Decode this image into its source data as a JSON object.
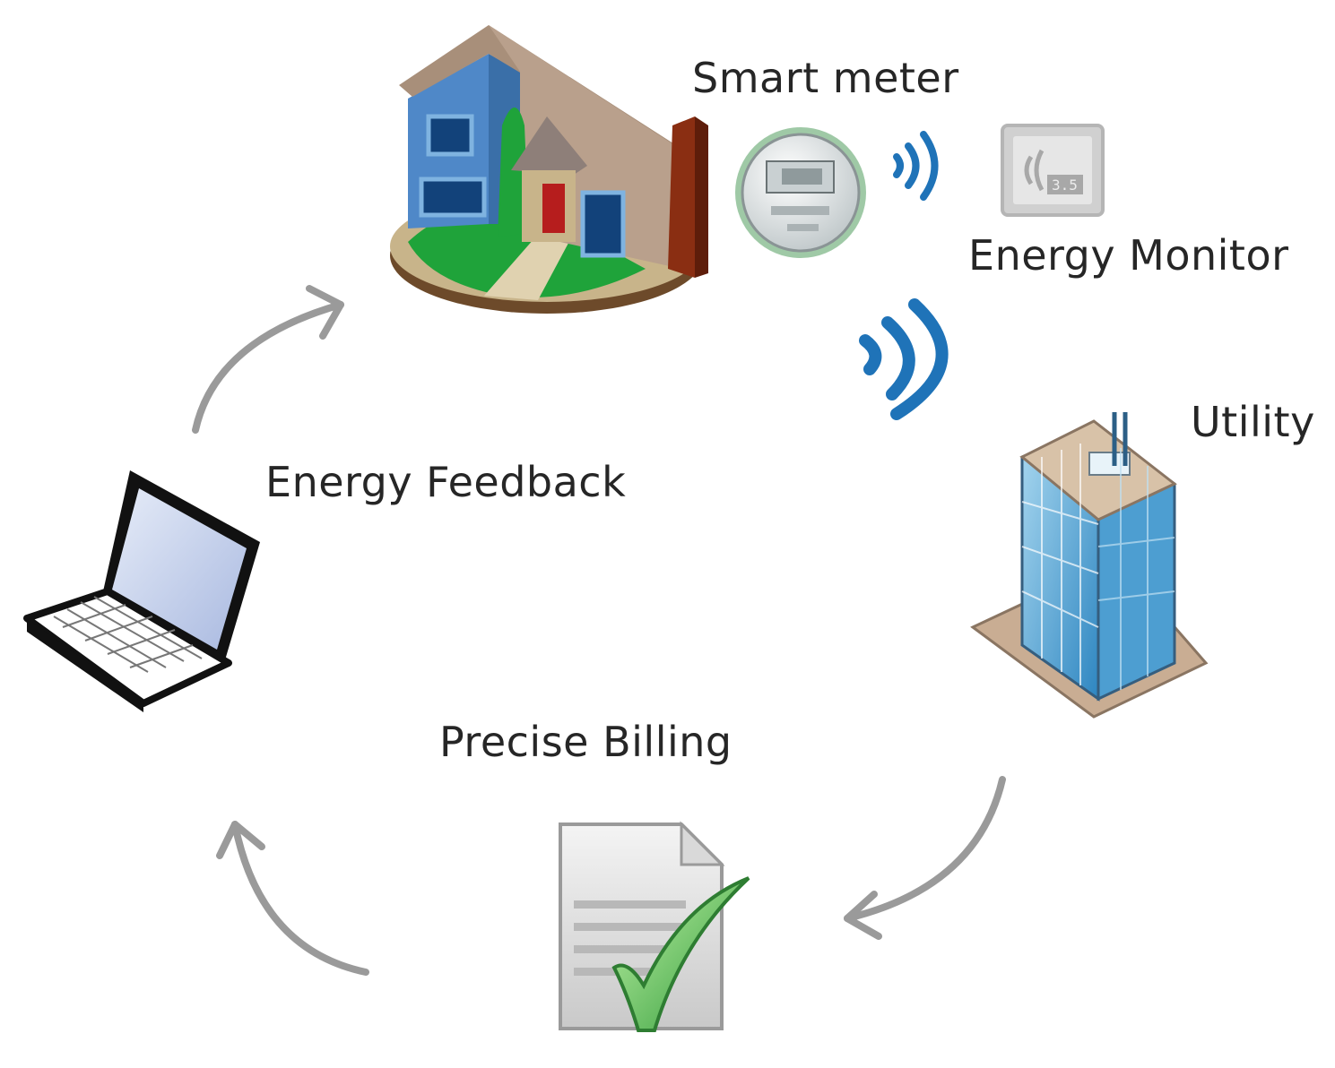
{
  "labels": {
    "smart_meter": "Smart meter",
    "energy_monitor": "Energy Monitor",
    "utility": "Utility",
    "energy_feedback": "Energy Feedback",
    "precise_billing": "Precise Billing"
  },
  "icons": {
    "house": "house-icon",
    "smart_meter": "smart-meter-icon",
    "energy_monitor": "energy-monitor-icon",
    "wireless_small": "wireless-signal-icon",
    "wireless_large": "wireless-signal-icon",
    "utility_building": "office-building-icon",
    "bill_document": "document-check-icon",
    "laptop": "laptop-icon"
  },
  "monitor_readout": "3.5",
  "colors": {
    "signal_blue": "#1f73b8",
    "arrow_gray": "#9a9a9a",
    "check_green": "#3fb24a",
    "house_roof": "#b9a08c",
    "house_wall": "#4f88c8",
    "lawn_green": "#1fa33a",
    "building_glass": "#6fb6dc"
  }
}
